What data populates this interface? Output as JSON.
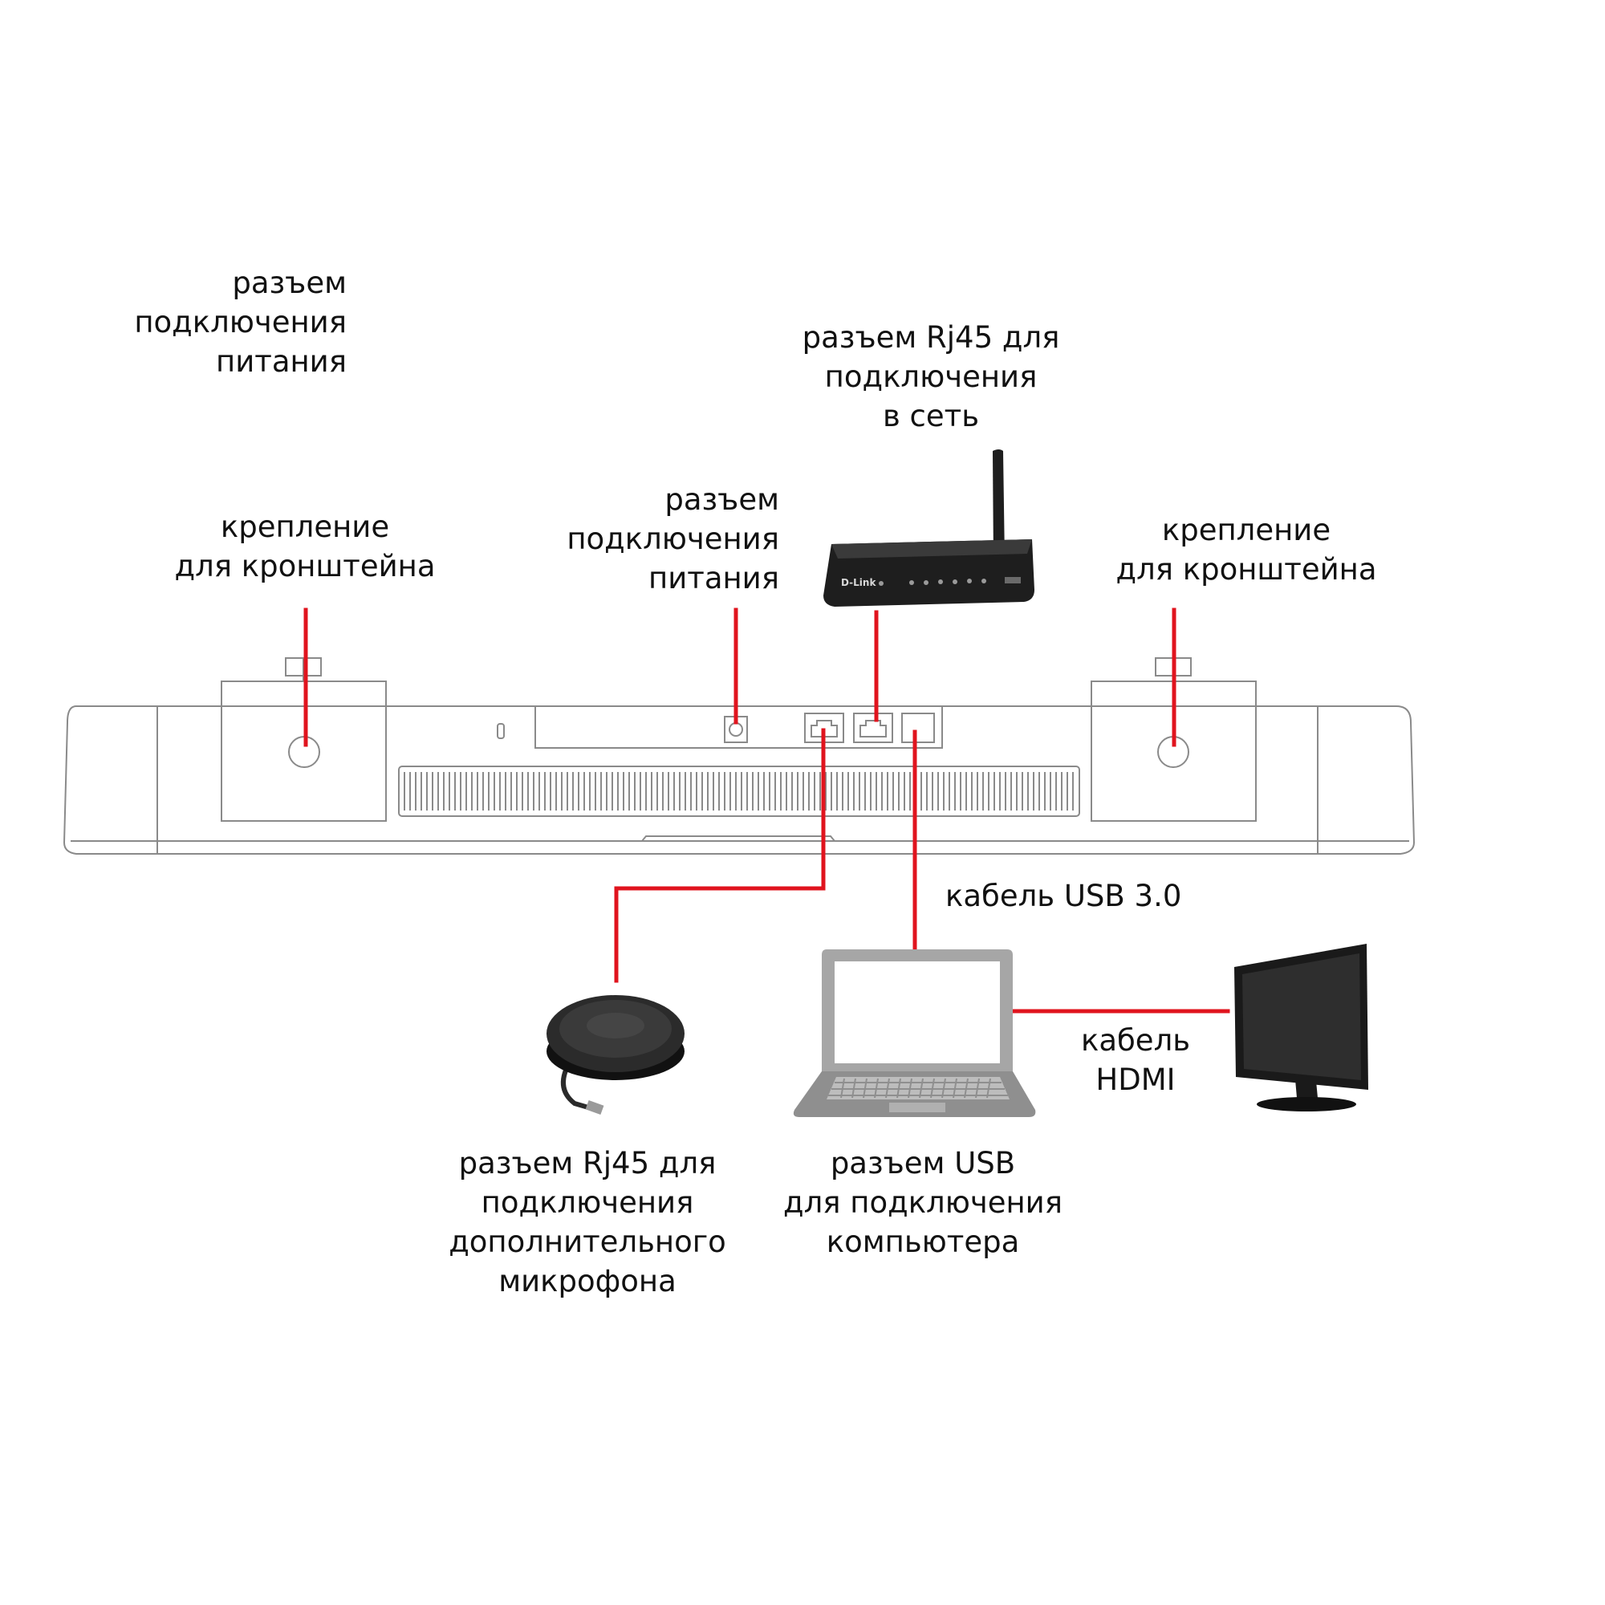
{
  "labels": {
    "power_top": [
      "разъем",
      "подключения",
      "питания"
    ],
    "mount_left": [
      "крепление",
      "для кронштейна"
    ],
    "power_center": [
      "разъем",
      "подключения",
      "питания"
    ],
    "rj45_network": [
      "разъем Rj45 для",
      "подключения",
      "в сеть"
    ],
    "mount_right": [
      "крепление",
      "для кронштейна"
    ],
    "usb_cable": "кабель USB 3.0",
    "hdmi_cable": [
      "кабель",
      "HDMI"
    ],
    "rj45_mic": [
      "разъем Rj45 для",
      "подключения",
      "дополнительного",
      "микрофона"
    ],
    "usb_computer": [
      "разъем USB",
      "для подключения",
      "компьютера"
    ]
  },
  "device_text": {
    "router_brand": "D-Link"
  },
  "colors": {
    "connector_line": "#e0141e",
    "outline": "#8a8a8a",
    "text": "#111111",
    "device_dark": "#1e1e1e"
  }
}
